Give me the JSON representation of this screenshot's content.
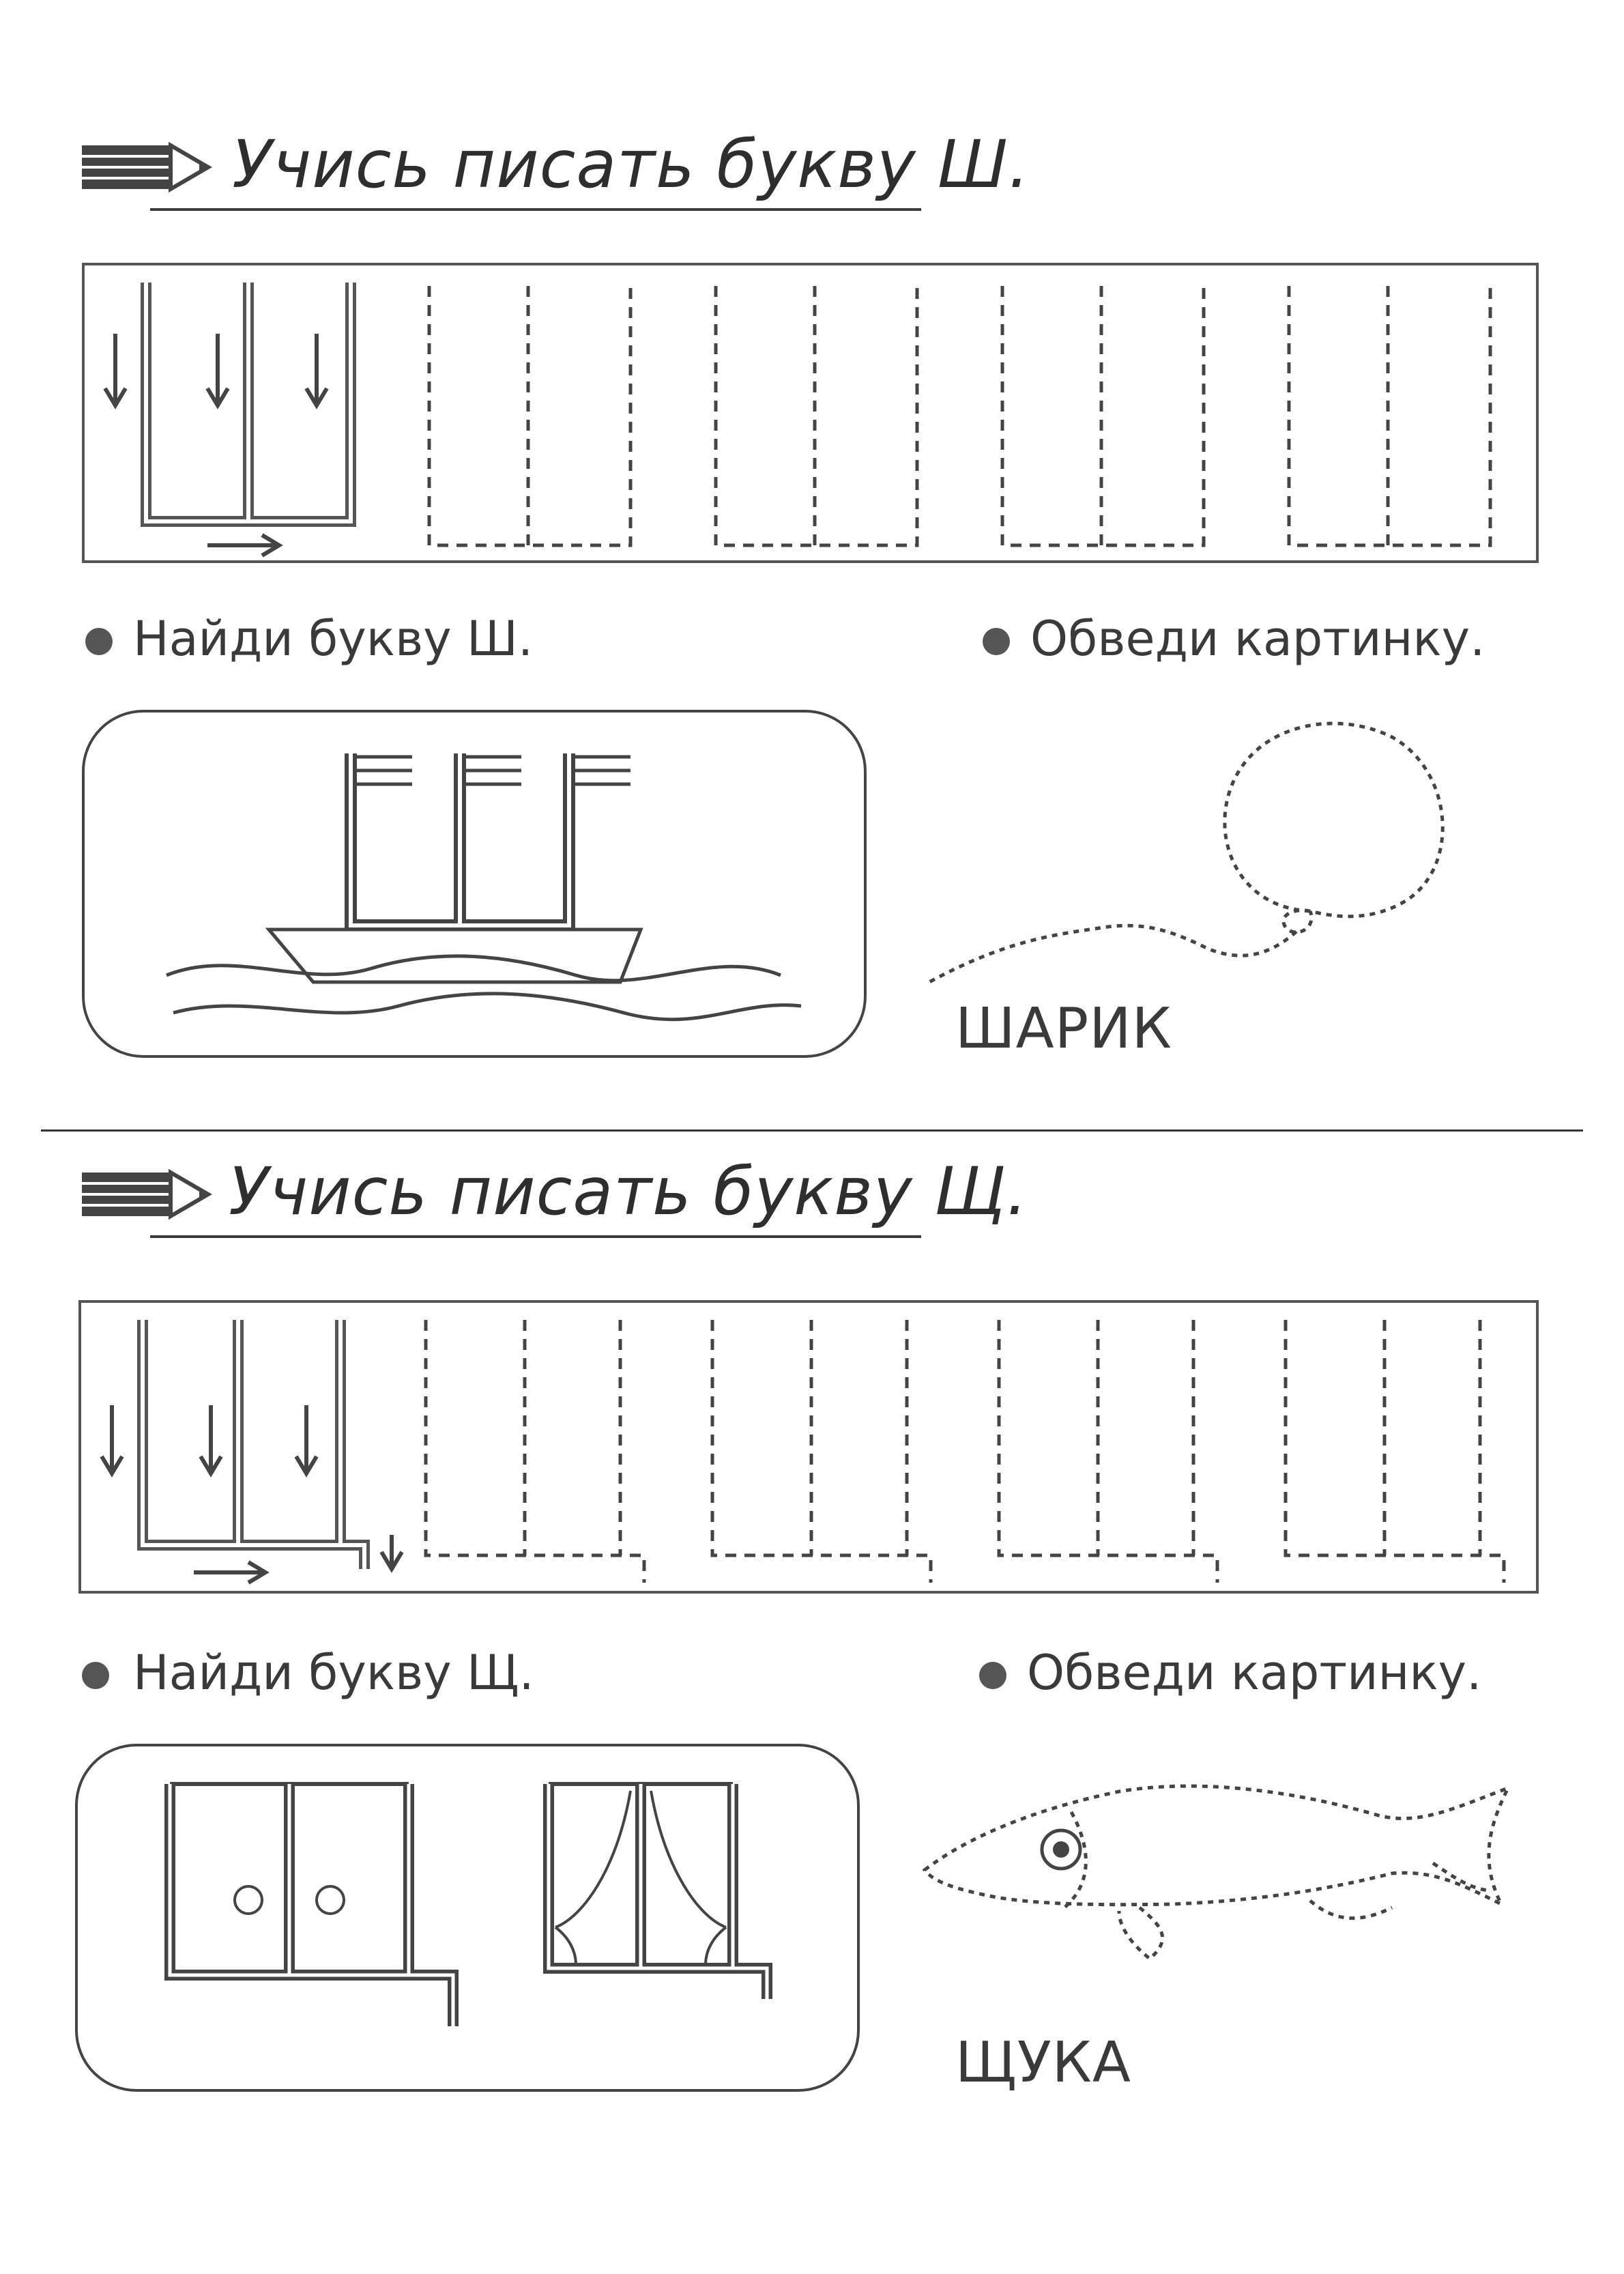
{
  "sections": [
    {
      "title": "Учись писать букву Ш.",
      "letter": "Ш",
      "find_task": "Найди букву Ш.",
      "trace_task": "Обведи картинку.",
      "picture_word": "ШАРИК"
    },
    {
      "title": "Учись писать букву Щ.",
      "letter": "Щ",
      "find_task": "Найди букву Щ.",
      "trace_task": "Обведи картинку.",
      "picture_word": "ЩУКА"
    }
  ],
  "icons": {
    "pencil": "pencil-icon",
    "arrow": "arrow-icon",
    "bullet": "bullet-icon"
  },
  "colors": {
    "ink": "#3a3a3a",
    "line": "#555555"
  }
}
